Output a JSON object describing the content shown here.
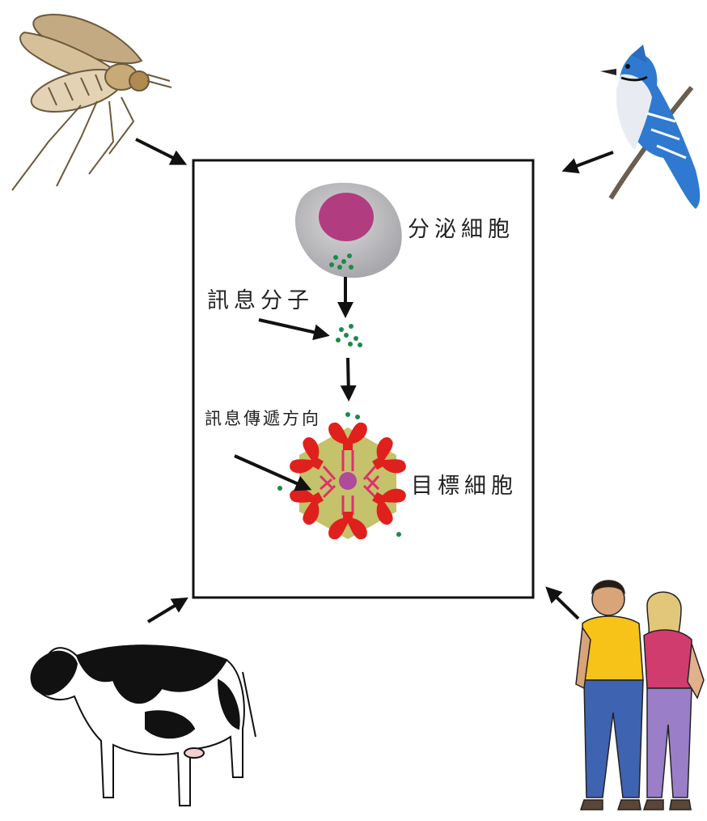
{
  "labels": {
    "secreting_cell": "分泌細胞",
    "signal_molecule": "訊息分子",
    "signal_direction": "訊息傳遞方向",
    "target_cell": "目標細胞"
  },
  "organisms": [
    "fly-icon",
    "blue-jay-icon",
    "cow-icon",
    "people-couple-icon"
  ],
  "colors": {
    "secreting_cell_body": "#c2c2c4",
    "secreting_cell_nucleus": "#b23c80",
    "signal_molecule": "#1a8a4a",
    "target_cell_body": "#c4c26a",
    "receptor": "#e0201c",
    "receptor_link": "#e0306a",
    "target_cell_center": "#b04a9a"
  }
}
